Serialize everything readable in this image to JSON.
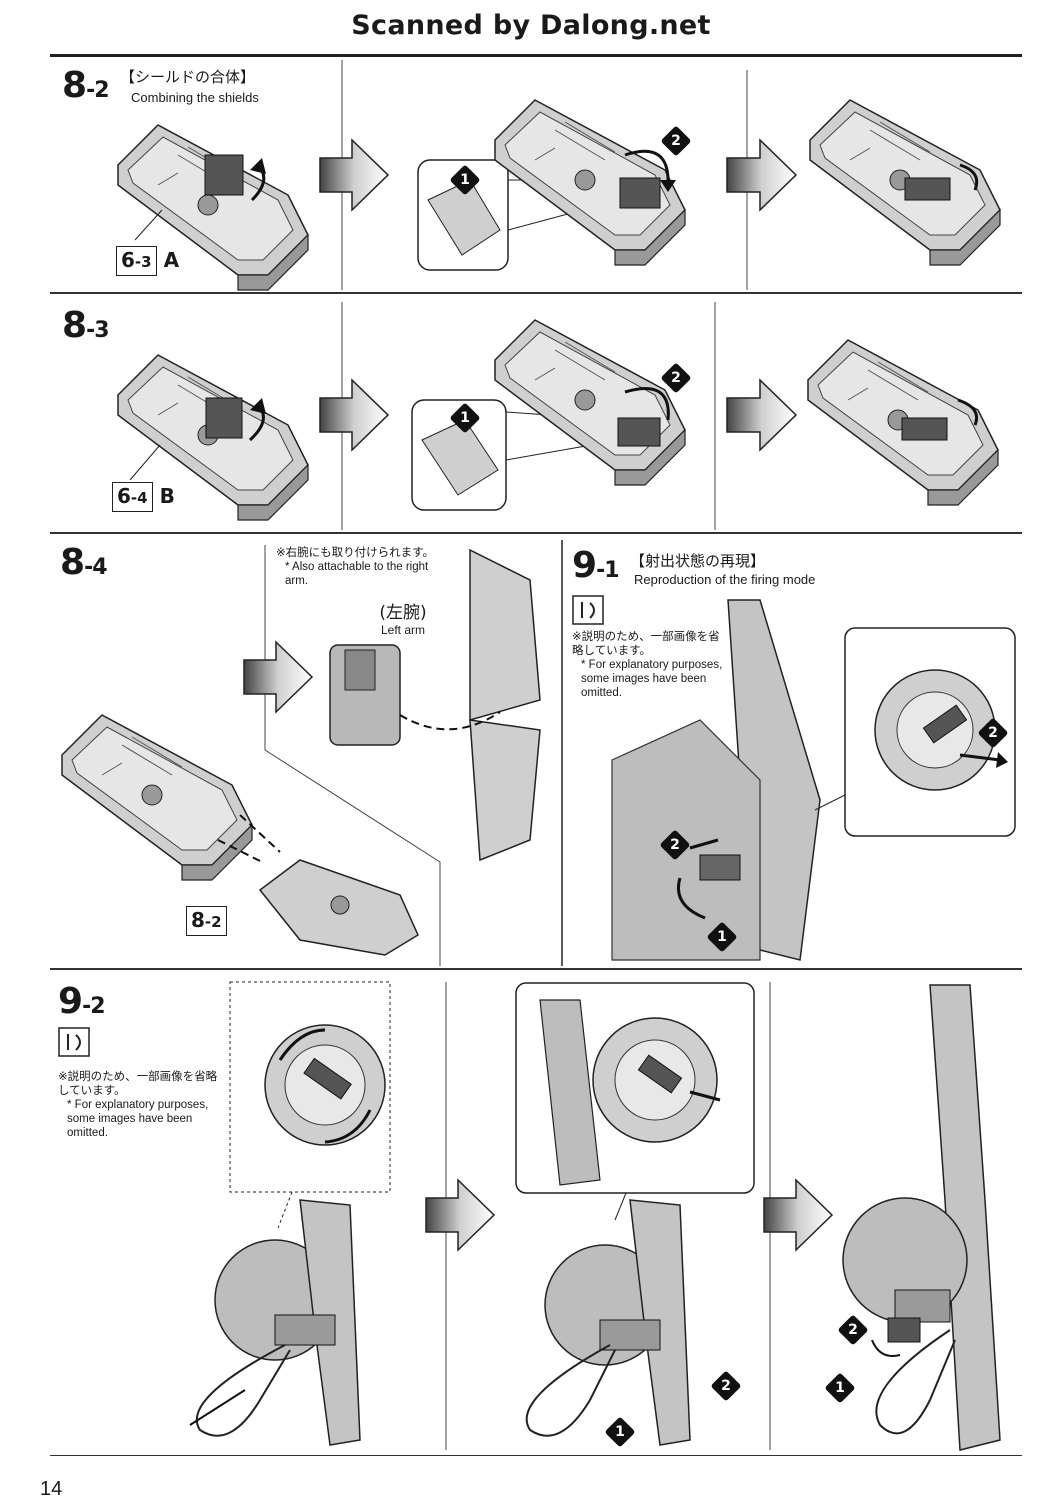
{
  "header": {
    "title": "Scanned by Dalong.net"
  },
  "steps": {
    "s8_2": {
      "num": "8",
      "sub": "-2",
      "title_jp": "【シールドの合体】",
      "title_en": "Combining the shields",
      "ref_num": "6",
      "ref_sub": "-3",
      "ref_letter": "A"
    },
    "s8_3": {
      "num": "8",
      "sub": "-3",
      "ref_num": "6",
      "ref_sub": "-4",
      "ref_letter": "B"
    },
    "s8_4": {
      "num": "8",
      "sub": "-4",
      "note_jp": "※右腕にも取り付けられます。",
      "note_en": "* Also attachable to the right arm.",
      "arm_jp": "(左腕)",
      "arm_en": "Left arm",
      "ref_num": "8",
      "ref_sub": "-2"
    },
    "s9_1": {
      "num": "9",
      "sub": "-1",
      "title_jp": "【射出状態の再現】",
      "title_en": "Reproduction of the firing mode",
      "note_jp": "※説明のため、一部画像を省略しています。",
      "note_en": "* For explanatory purposes, some images have been omitted."
    },
    "s9_2": {
      "num": "9",
      "sub": "-2",
      "note_jp": "※説明のため、一部画像を省略しています。",
      "note_en": "* For explanatory purposes, some images have been omitted."
    }
  },
  "markers": {
    "one": "1",
    "two": "2"
  },
  "page": {
    "number": "14"
  },
  "icons": [
    "arrow-right-icon",
    "step-marker-icon",
    "rotate-arrow-icon",
    "optional-step-icon"
  ],
  "colors": {
    "ink": "#1a1a1a",
    "part_fill": "#b8b8b8",
    "dark_part": "#555555",
    "marker": "#111111"
  }
}
